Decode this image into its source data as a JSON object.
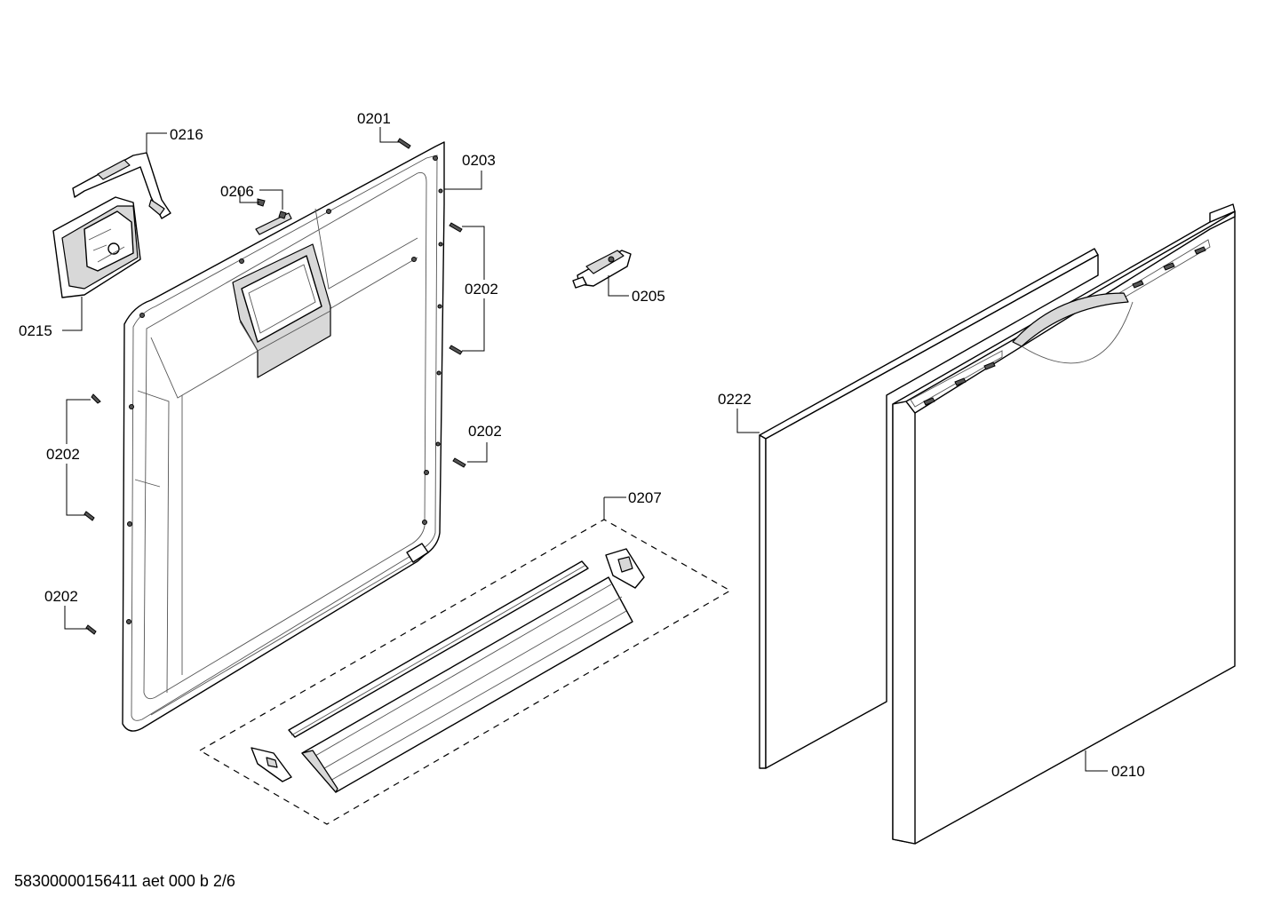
{
  "labels": {
    "p0201": "0201",
    "p0202a": "0202",
    "p0202b": "0202",
    "p0202c": "0202",
    "p0202d": "0202",
    "p0203": "0203",
    "p0205": "0205",
    "p0206": "0206",
    "p0207": "0207",
    "p0210": "0210",
    "p0215": "0215",
    "p0216": "0216",
    "p0222": "0222"
  },
  "footer": "58300000156411 aet 000 b 2/6"
}
